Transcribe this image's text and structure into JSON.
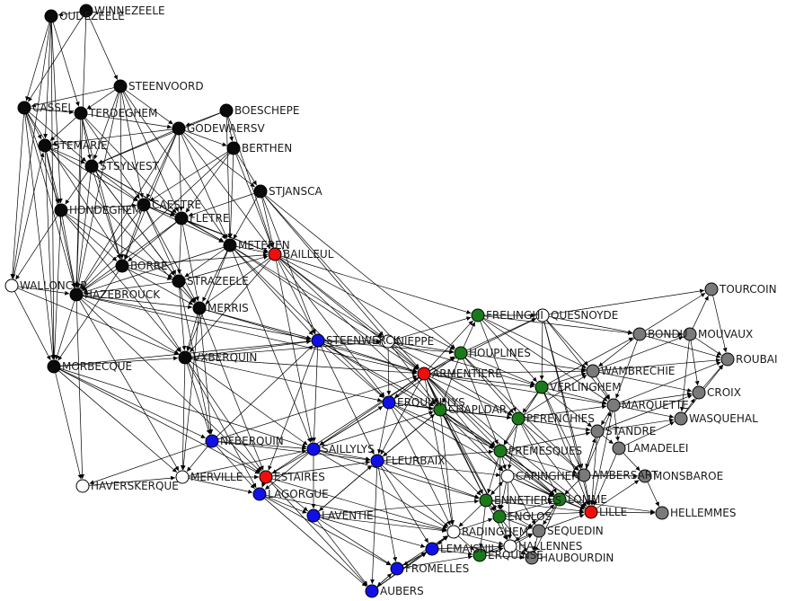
{
  "colors": {
    "black": "#0a0a0a",
    "blue": "#1010e6",
    "red": "#f00d0d",
    "green": "#1a7a1a",
    "gray": "#7a7a7a",
    "white": "#ffffff",
    "edge": "#000000"
  },
  "nodes": [
    {
      "id": "OUDEZEELE",
      "label": "OUDEZEELE",
      "color": "black"
    },
    {
      "id": "WINNEZEELE",
      "label": "WINNEZEELE",
      "color": "black"
    },
    {
      "id": "STEENVOORD",
      "label": "STEENVOORD",
      "color": "black"
    },
    {
      "id": "BOESCHEPE",
      "label": "BOESCHEPE",
      "color": "black"
    },
    {
      "id": "CASSEL",
      "label": "CASSEL",
      "color": "black"
    },
    {
      "id": "TERDEGHEM",
      "label": "TERDEGHEM",
      "color": "black"
    },
    {
      "id": "GODEWAERSV",
      "label": "GODEWAERSV",
      "color": "black"
    },
    {
      "id": "STEMARIE",
      "label": "STEMARIE",
      "color": "black"
    },
    {
      "id": "BERTHEN",
      "label": "BERTHEN",
      "color": "black"
    },
    {
      "id": "STSYLVEST",
      "label": "STSYLVEST",
      "color": "black"
    },
    {
      "id": "STJANSCA",
      "label": "STJANSCA",
      "color": "black"
    },
    {
      "id": "HONDEGHEM",
      "label": "HONDEGHEM",
      "color": "black"
    },
    {
      "id": "CAESTRE",
      "label": "CAESTRE",
      "color": "black"
    },
    {
      "id": "FLETRE",
      "label": "FLETRE",
      "color": "black"
    },
    {
      "id": "METEREN",
      "label": "METEREN",
      "color": "black"
    },
    {
      "id": "BAILLEUL",
      "label": "BAILLEUL",
      "color": "red"
    },
    {
      "id": "WALLONCAP",
      "label": "WALLONCAP",
      "color": "white"
    },
    {
      "id": "BORRE",
      "label": "BORRE",
      "color": "black"
    },
    {
      "id": "STRAZEELE",
      "label": "STRAZEELE",
      "color": "black"
    },
    {
      "id": "HAZEBROUCK",
      "label": "HAZEBROUCK",
      "color": "black"
    },
    {
      "id": "MERRIS",
      "label": "MERRIS",
      "color": "black"
    },
    {
      "id": "MORBECQUE",
      "label": "MORBECQUE",
      "color": "black"
    },
    {
      "id": "VXBERQUIN",
      "label": "VXBERQUIN",
      "color": "black"
    },
    {
      "id": "STEENWERCK",
      "label": "STEENWERCK",
      "color": "blue"
    },
    {
      "id": "NIEPPE",
      "label": "NIEPPE",
      "color": "white"
    },
    {
      "id": "ARMENTIERE",
      "label": "ARMENTIERE",
      "color": "red"
    },
    {
      "id": "HOUPLINES",
      "label": "HOUPLINES",
      "color": "green"
    },
    {
      "id": "FRELINGHIEN",
      "label": "FRELINGHI",
      "color": "green"
    },
    {
      "id": "QUESNOYDE",
      "label": "QUESNOYDE",
      "color": "white"
    },
    {
      "id": "TOURCOIN",
      "label": "TOURCOIN",
      "color": "gray"
    },
    {
      "id": "BONDUES",
      "label": "BONDU",
      "color": "gray"
    },
    {
      "id": "MOUVAUX",
      "label": "MOUVAUX",
      "color": "gray"
    },
    {
      "id": "ROUBAIX",
      "label": "ROUBAI",
      "color": "gray"
    },
    {
      "id": "WAMBRECHIE",
      "label": "WAMBRECHIE",
      "color": "gray"
    },
    {
      "id": "CROIX",
      "label": "CROIX",
      "color": "gray"
    },
    {
      "id": "VERLINGHEM",
      "label": "VERLINGHEM",
      "color": "green"
    },
    {
      "id": "MARQUETTE",
      "label": "MARQUETTE",
      "color": "gray"
    },
    {
      "id": "WASQUEHAL",
      "label": "WASQUEHAL",
      "color": "gray"
    },
    {
      "id": "PERENCHIES",
      "label": "PERENCHIES",
      "color": "green"
    },
    {
      "id": "STANDRE",
      "label": "STANDRE",
      "color": "gray"
    },
    {
      "id": "LAMADELEI",
      "label": "LAMADELEI",
      "color": "gray"
    },
    {
      "id": "ERQUINHEMLYS",
      "label": "ERQUINHLYS",
      "color": "blue"
    },
    {
      "id": "CHAPLDAR",
      "label": "CHAPLDAR",
      "color": "green"
    },
    {
      "id": "PREMESQUES",
      "label": "PREMESQUES",
      "color": "green"
    },
    {
      "id": "NFBERQUIN",
      "label": "NFBERQUIN",
      "color": "blue"
    },
    {
      "id": "SAILLYLYS",
      "label": "SAILLYLYS",
      "color": "blue"
    },
    {
      "id": "FLEURBAIX",
      "label": "FLEURBAIX",
      "color": "blue"
    },
    {
      "id": "CAPINGHEM",
      "label": "CAPINGHEM",
      "color": "white"
    },
    {
      "id": "LAMBERSART",
      "label": "AMBERSART",
      "color": "gray"
    },
    {
      "id": "MONSBAROE",
      "label": "MONSBAROE",
      "color": "gray"
    },
    {
      "id": "HAVERSKERQUE",
      "label": "HAVERSKERQUE",
      "color": "white"
    },
    {
      "id": "MERVILLE",
      "label": "MERVILLE",
      "color": "white"
    },
    {
      "id": "ESTAIRES",
      "label": "ESTAIRES",
      "color": "red"
    },
    {
      "id": "LAGORGUE",
      "label": "LAGORGUE",
      "color": "blue"
    },
    {
      "id": "LAVENTIE",
      "label": "LAVENTIE",
      "color": "blue"
    },
    {
      "id": "ENNETIERES",
      "label": "ENNETIERES",
      "color": "green"
    },
    {
      "id": "LOMME",
      "label": "LOMME",
      "color": "green"
    },
    {
      "id": "LILLE",
      "label": "LILLE",
      "color": "red"
    },
    {
      "id": "HELLEMMES",
      "label": "HELLEMMES",
      "color": "gray"
    },
    {
      "id": "ENGLOS",
      "label": "ENGLOS",
      "color": "green"
    },
    {
      "id": "SEQUEDIN",
      "label": "SEQUEDIN",
      "color": "gray"
    },
    {
      "id": "RADINGHEM",
      "label": "RADINGHEM",
      "color": "white"
    },
    {
      "id": "HALLENNES",
      "label": "HALLENNES",
      "color": "white"
    },
    {
      "id": "LEMAISNIL",
      "label": "LEMAISNIL",
      "color": "blue"
    },
    {
      "id": "BEAUCAMPS",
      "label": "ERQUINSE",
      "color": "green"
    },
    {
      "id": "HAUBOURDIN",
      "label": "HAUBOURDIN",
      "color": "gray"
    },
    {
      "id": "FROMELLES",
      "label": "FROMELLES",
      "color": "blue"
    },
    {
      "id": "AUBERS",
      "label": "AUBERS",
      "color": "blue"
    }
  ]
}
